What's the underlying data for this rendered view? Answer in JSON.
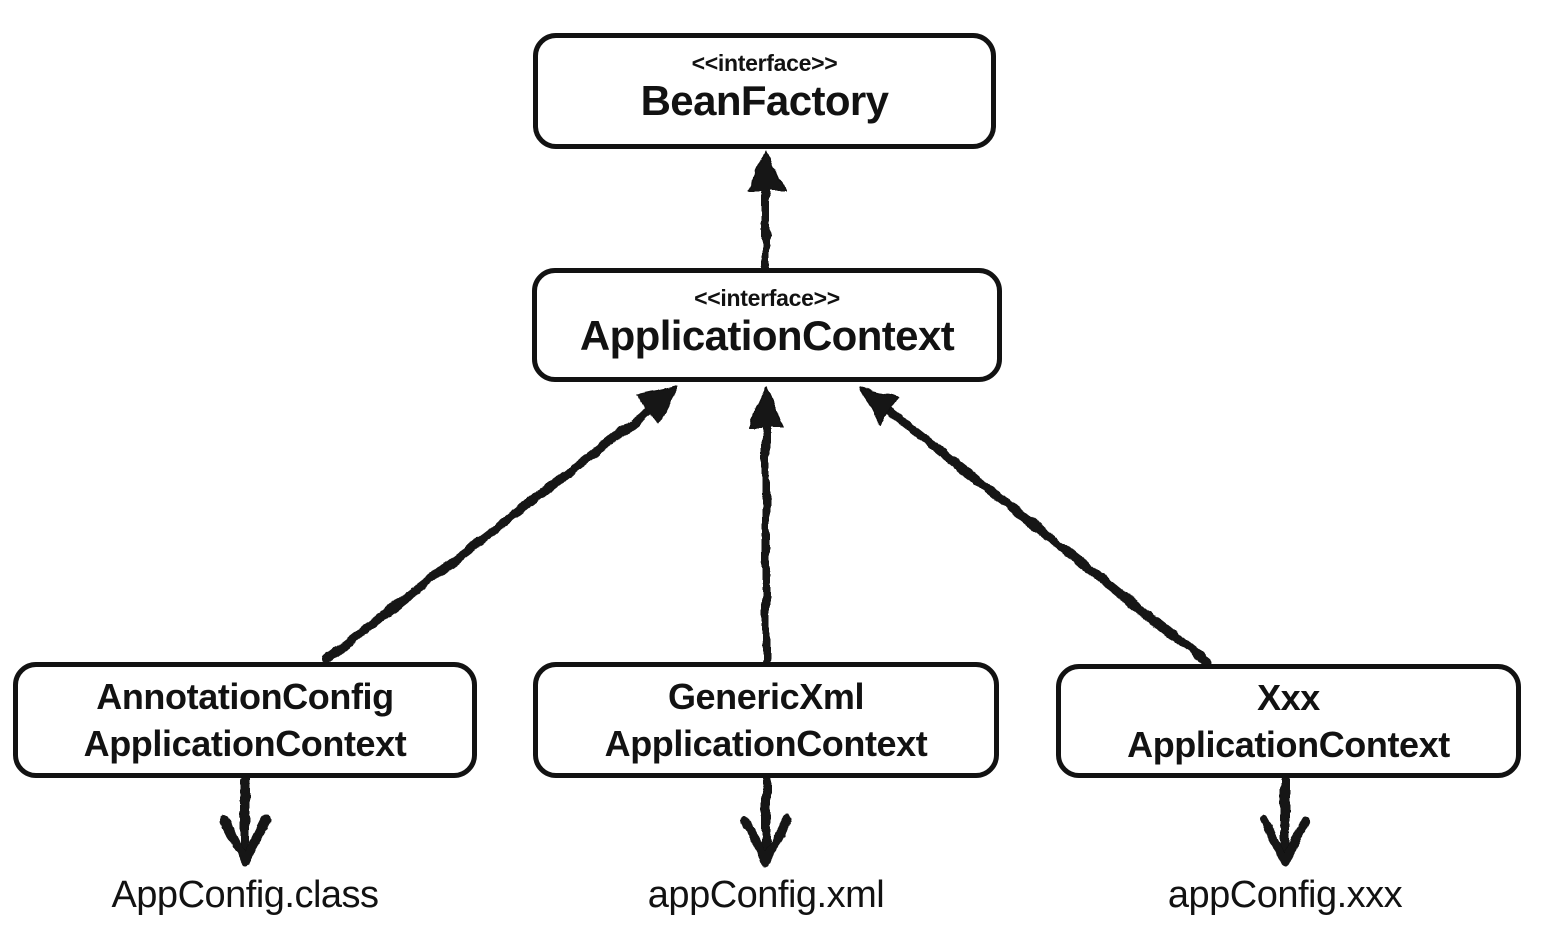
{
  "colors": {
    "background": "#ffffff",
    "ink": "#121212"
  },
  "diagram": {
    "nodes": {
      "beanFactory": {
        "stereotype": "<<interface>>",
        "name": "BeanFactory"
      },
      "applicationContext": {
        "stereotype": "<<interface>>",
        "name": "ApplicationContext"
      },
      "annotationConfig": {
        "line1": "AnnotationConfig",
        "line2": "ApplicationContext"
      },
      "genericXml": {
        "line1": "GenericXml",
        "line2": "ApplicationContext"
      },
      "xxx": {
        "line1": "Xxx",
        "line2": "ApplicationContext"
      }
    },
    "labels": {
      "appConfigClass": "AppConfig.class",
      "appConfigXml": "appConfig.xml",
      "appConfigXxx": "appConfig.xxx"
    }
  }
}
